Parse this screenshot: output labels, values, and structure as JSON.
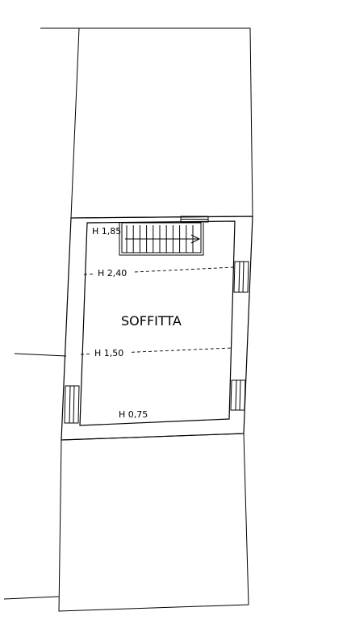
{
  "plan": {
    "room_label": "SOFFITTA",
    "heights": {
      "h185": "H 1,85",
      "h240": "H 2,40",
      "h150": "H 1,50",
      "h075": "H 0,75"
    }
  }
}
